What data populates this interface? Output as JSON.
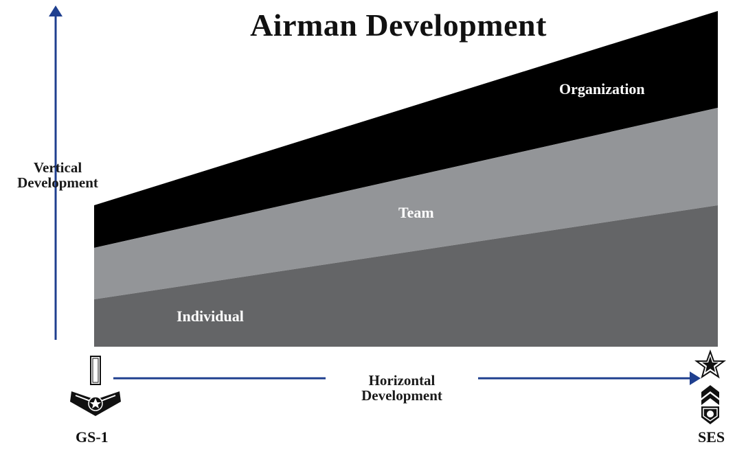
{
  "title": "Airman Development",
  "axes": {
    "vertical_label": "Vertical\nDevelopment",
    "horizontal_label": "Horizontal\nDevelopment",
    "arrow_color": "#1f3f8f"
  },
  "bands": [
    {
      "label": "Organization",
      "color": "#000000"
    },
    {
      "label": "Team",
      "color": "#939598"
    },
    {
      "label": "Individual",
      "color": "#646567"
    }
  ],
  "endpoints": {
    "start": {
      "label": "GS-1",
      "insignia": "airman-chevron-icon"
    },
    "end": {
      "label": "SES",
      "insignia": "chief-star-chevron-icon"
    }
  }
}
